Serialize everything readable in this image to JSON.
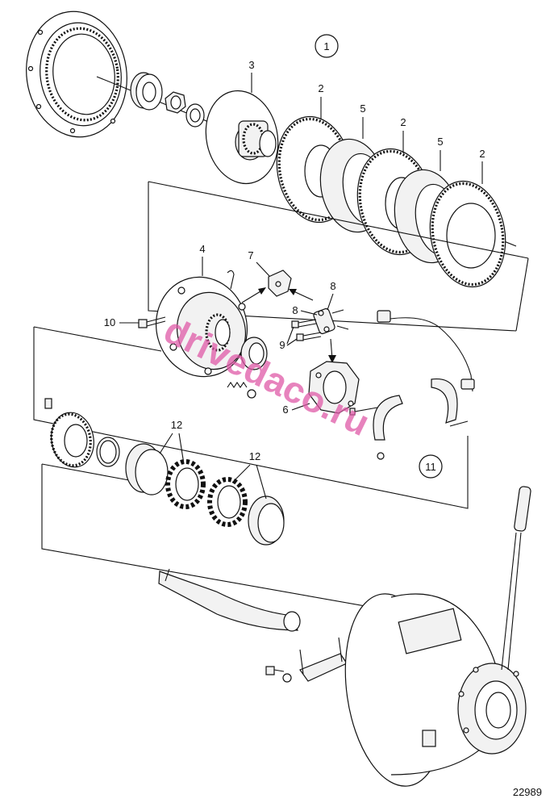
{
  "diagram": {
    "figure_number": "22989",
    "watermark": "drivedaco.ru",
    "callouts": [
      {
        "id": "c1",
        "text": "1",
        "circled": true
      },
      {
        "id": "c3",
        "text": "3"
      },
      {
        "id": "c2a",
        "text": "2"
      },
      {
        "id": "c5a",
        "text": "5"
      },
      {
        "id": "c2b",
        "text": "2"
      },
      {
        "id": "c5b",
        "text": "5"
      },
      {
        "id": "c2c",
        "text": "2"
      },
      {
        "id": "c4",
        "text": "4"
      },
      {
        "id": "c7",
        "text": "7"
      },
      {
        "id": "c8a",
        "text": "8"
      },
      {
        "id": "c8b",
        "text": "8"
      },
      {
        "id": "c9",
        "text": "9"
      },
      {
        "id": "c10",
        "text": "10"
      },
      {
        "id": "c6",
        "text": "6"
      },
      {
        "id": "c11",
        "text": "11",
        "circled": true
      },
      {
        "id": "c12a",
        "text": "12"
      },
      {
        "id": "c12b",
        "text": "12"
      }
    ]
  }
}
